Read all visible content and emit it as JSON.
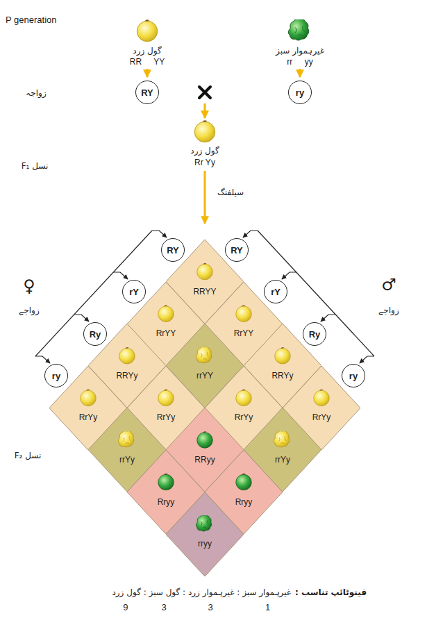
{
  "diagram": {
    "nodes": [
      {
        "text": [
          "RY"
        ]
      },
      {
        "text": [
          "ry"
        ]
      },
      {
        "text": [
          "RY"
        ]
      },
      {
        "text": [
          "rY"
        ]
      },
      {
        "text": [
          "Ry"
        ]
      },
      {
        "text": [
          "ry"
        ]
      },
      {
        "text": [
          "RY"
        ]
      },
      {
        "text": [
          "rY"
        ]
      },
      {
        "text": [
          "Ry"
        ]
      },
      {
        "text": [
          "ry"
        ]
      },
      {
        "text": [
          "RRYY"
        ]
      },
      {
        "text": [
          "RrYY"
        ]
      },
      {
        "text": [
          "RrYY"
        ]
      },
      {
        "text": [
          "RRYy"
        ]
      },
      {
        "text": [
          "rrYY"
        ]
      },
      {
        "text": [
          "RRYy"
        ]
      },
      {
        "text": [
          "RrYy"
        ]
      },
      {
        "text": [
          "RrYy"
        ]
      },
      {
        "text": [
          "RrYy"
        ]
      },
      {
        "text": [
          "RrYy"
        ]
      },
      {
        "text": [
          "rrYy"
        ]
      },
      {
        "text": [
          "RRyy"
        ]
      },
      {
        "text": [
          "rrYy"
        ]
      },
      {
        "text": [
          "Rryy"
        ]
      },
      {
        "text": [
          "Rryy"
        ]
      },
      {
        "text": [
          "rryy"
        ]
      }
    ],
    "labels": [
      "P generation",
      "گول زرد",
      "RR YY",
      "غیرہموار سبز",
      "rr yy",
      "زواجہ",
      "گول زرد",
      "Rr Yy",
      "نسل F₁",
      "سیلفنگ",
      "♀",
      "زواجے",
      "♂",
      "زواجے",
      "نسل F₂",
      "فینوٹائپ تناسب :",
      "غیرہموار سبز : غیرہموار زرد : گول سبز : گول زرد",
      "9",
      "3",
      "3",
      "1"
    ]
  }
}
